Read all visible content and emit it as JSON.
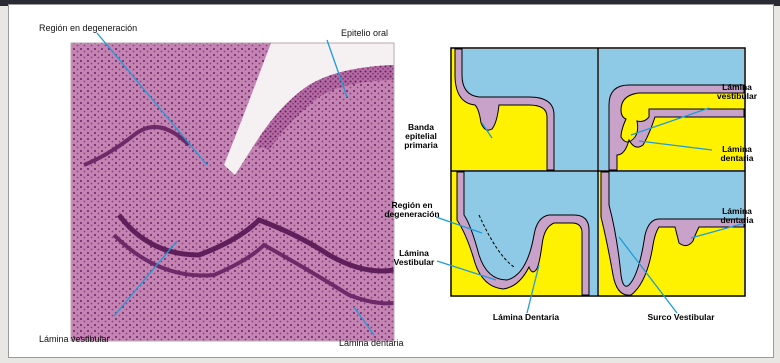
{
  "histology": {
    "labels": {
      "region_degeneracion": "Región en degeneración",
      "epitelio_oral": "Epitelio oral",
      "lamina_vestibular": "Lámina vestibular",
      "lamina_dentaria": "Lámina dentaria"
    }
  },
  "diagram": {
    "labels": {
      "banda_epitelial": "Banda epitelial primaria",
      "lamina_vestibular_tr": "Lámina vestibular",
      "lamina_dentaria_tr": "Lámina dentaria",
      "region_degeneracion": "Región en degeneración",
      "lamina_vestibular_bl": "Lámina Vestibular",
      "lamina_dentaria_br": "Lámina dentaria",
      "lamina_dentaria_bottom": "Lámina Dentaria",
      "surco_vestibular": "Surco Vestibular"
    }
  },
  "colors": {
    "blue": "#8ecae6",
    "yellow": "#fff200",
    "pink_epithelium": "#c8a2c8",
    "line_blue": "#1f9bd8",
    "tissue": "#c37aa8"
  }
}
